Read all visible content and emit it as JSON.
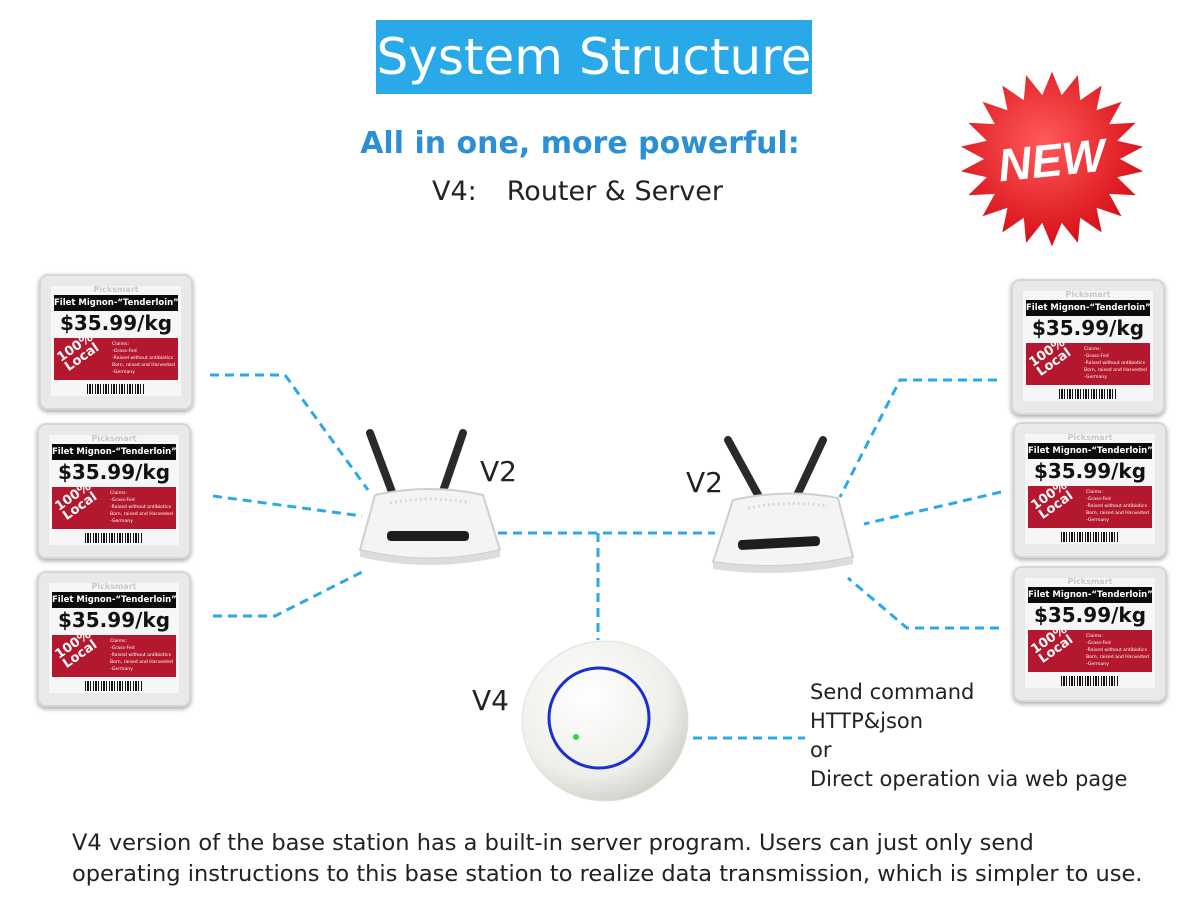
{
  "title": "System Structure",
  "subtitle": "All in one, more powerful:",
  "version_line": {
    "prefix": "V4:",
    "text": "Router & Server"
  },
  "badge": {
    "text": "NEW",
    "color": "#e8141f"
  },
  "labels": {
    "left_router": "V2",
    "right_router": "V2",
    "base_station": "V4"
  },
  "command_text": [
    "Send command",
    "HTTP&json",
    "or",
    "Direct operation via web page"
  ],
  "footer": [
    "V4 version of the base station has a built-in server program. Users can just only send",
    "operating instructions to this base station to realize data transmission, which is simpler to use."
  ],
  "tag": {
    "brand": "Picksmart",
    "product": "Filet Mignon-“Tenderloin”",
    "price": "$35.99/kg",
    "badge": "100% Local",
    "claims": [
      "Claims:",
      "-Grass-Fed",
      "-Raised without antibiotics",
      "Born, raised and Harvested",
      "-Germany"
    ]
  },
  "colors": {
    "accent": "#2aa9e8",
    "subtitle": "#2a8fd4",
    "tag_red": "#b3182e",
    "link_line": "#2aa9e8"
  }
}
